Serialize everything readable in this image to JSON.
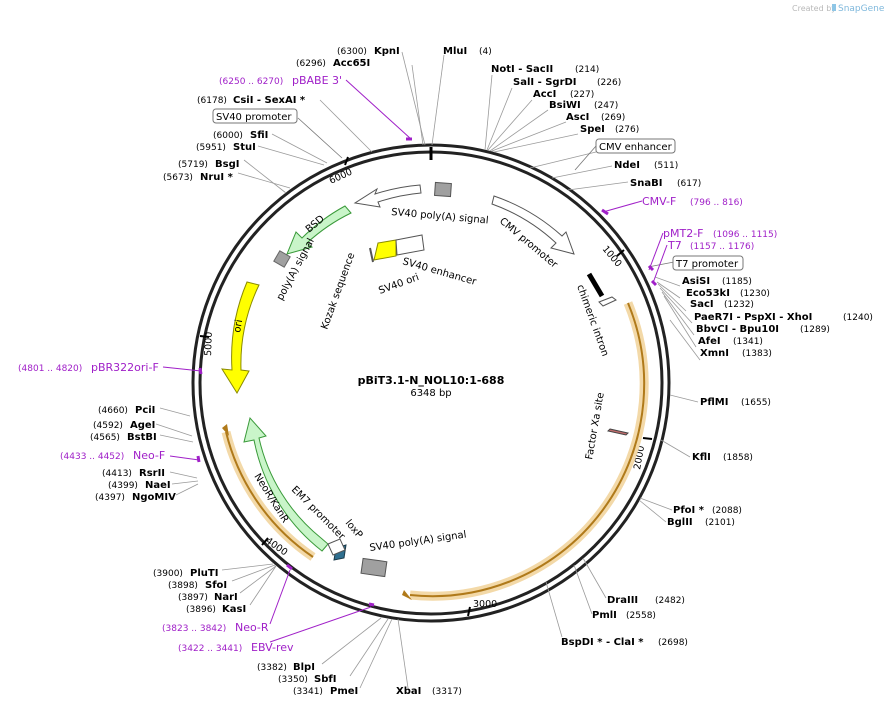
{
  "watermark": "Created by",
  "watermark_brand": "SnapGene",
  "plasmid": {
    "name": "pBiT3.1-N_NOL10:1-688",
    "size": "6348 bp"
  },
  "ticks": [
    "1000",
    "2000",
    "3000",
    "4000",
    "5000",
    "6000"
  ],
  "sites": [
    {
      "pos": "(4)",
      "name": "MluI"
    },
    {
      "pos": "(214)",
      "name": "NotI - SacII"
    },
    {
      "pos": "(226)",
      "name": "SalI - SgrDI"
    },
    {
      "pos": "(227)",
      "name": "AccI"
    },
    {
      "pos": "(247)",
      "name": "BsiWI"
    },
    {
      "pos": "(269)",
      "name": "AscI"
    },
    {
      "pos": "(276)",
      "name": "SpeI"
    },
    {
      "pos": "(511)",
      "name": "NdeI"
    },
    {
      "pos": "(617)",
      "name": "SnaBI"
    },
    {
      "pos": "(1185)",
      "name": "AsiSI"
    },
    {
      "pos": "(1230)",
      "name": "Eco53kI"
    },
    {
      "pos": "(1232)",
      "name": "SacI"
    },
    {
      "pos": "(1240)",
      "name": "PaeR7I - PspXI - XhoI"
    },
    {
      "pos": "(1289)",
      "name": "BbvCI - Bpu10I"
    },
    {
      "pos": "(1341)",
      "name": "AfeI"
    },
    {
      "pos": "(1383)",
      "name": "XmnI"
    },
    {
      "pos": "(1655)",
      "name": "PflMI"
    },
    {
      "pos": "(1858)",
      "name": "KflI"
    },
    {
      "pos": "(2088)",
      "name": "PfoI *"
    },
    {
      "pos": "(2101)",
      "name": "BglII"
    },
    {
      "pos": "(2482)",
      "name": "DraIII"
    },
    {
      "pos": "(2558)",
      "name": "PmlI"
    },
    {
      "pos": "(2698)",
      "name": "BspDI * - ClaI *"
    },
    {
      "pos": "(3317)",
      "name": "XbaI"
    },
    {
      "pos": "(3341)",
      "name": "PmeI"
    },
    {
      "pos": "(3350)",
      "name": "SbfI"
    },
    {
      "pos": "(3382)",
      "name": "BlpI"
    },
    {
      "pos": "(3896)",
      "name": "KasI"
    },
    {
      "pos": "(3897)",
      "name": "NarI"
    },
    {
      "pos": "(3898)",
      "name": "SfoI"
    },
    {
      "pos": "(3900)",
      "name": "PluTI"
    },
    {
      "pos": "(4397)",
      "name": "NgoMIV"
    },
    {
      "pos": "(4399)",
      "name": "NaeI"
    },
    {
      "pos": "(4413)",
      "name": "RsrII"
    },
    {
      "pos": "(4565)",
      "name": "BstBI"
    },
    {
      "pos": "(4592)",
      "name": "AgeI"
    },
    {
      "pos": "(4660)",
      "name": "PciI"
    },
    {
      "pos": "(5673)",
      "name": "NruI *"
    },
    {
      "pos": "(5719)",
      "name": "BsgI"
    },
    {
      "pos": "(5951)",
      "name": "StuI"
    },
    {
      "pos": "(6000)",
      "name": "SfiI"
    },
    {
      "pos": "(6178)",
      "name": "CsiI - SexAI *"
    },
    {
      "pos": "(6296)",
      "name": "Acc65I"
    },
    {
      "pos": "(6300)",
      "name": "KpnI"
    }
  ],
  "primers": [
    {
      "range": "(796 .. 816)",
      "name": "CMV-F"
    },
    {
      "range": "(1096 .. 1115)",
      "name": "pMT2-F"
    },
    {
      "range": "(1157 .. 1176)",
      "name": "T7"
    },
    {
      "range": "(6250 .. 6270)",
      "name": "pBABE 3'"
    },
    {
      "range": "(4801 .. 4820)",
      "name": "pBR322ori-F"
    },
    {
      "range": "(4433 .. 4452)",
      "name": "Neo-F"
    },
    {
      "range": "(3823 .. 3842)",
      "name": "Neo-R"
    },
    {
      "range": "(3422 .. 3441)",
      "name": "EBV-rev"
    }
  ],
  "boxed_features": [
    "CMV enhancer",
    "T7 promoter",
    "SV40 promoter"
  ],
  "features": [
    "SV40 poly(A) signal",
    "CMV promoter",
    "chimeric intron",
    "Factor Xa site",
    "SV40 poly(A) signal",
    "loxP",
    "EM7 promoter",
    "NeoR/KanR",
    "ori",
    "poly(A) signal",
    "BSD",
    "Kozak sequence",
    "SV40 enhancer",
    "SV40 ori"
  ],
  "colors": {
    "primer": "#a020c8",
    "cds_fill": "#c9f5c9",
    "cds_stroke": "#3a9a3a",
    "ori_fill": "#ffff00",
    "orf_fill": "#f5c98a",
    "orf_stroke": "#b07a1a",
    "promoter_fill": "#ffffff",
    "terminator_fill": "#a0a0a0"
  }
}
